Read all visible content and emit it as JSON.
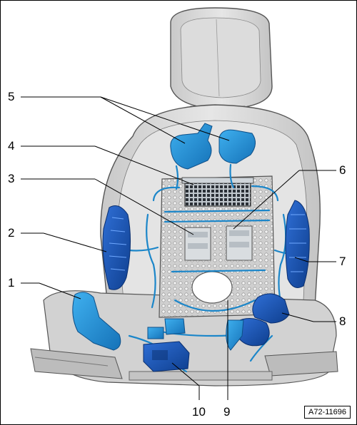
{
  "figure": {
    "id_label": "A72-11696",
    "highlight_color": "#1e90d6",
    "shell_color": "#d7d7d7",
    "outline_color": "#404040"
  },
  "callouts": [
    {
      "key": "c1",
      "label": "1"
    },
    {
      "key": "c2",
      "label": "2"
    },
    {
      "key": "c3",
      "label": "3"
    },
    {
      "key": "c4",
      "label": "4"
    },
    {
      "key": "c5",
      "label": "5"
    },
    {
      "key": "c6",
      "label": "6"
    },
    {
      "key": "c7",
      "label": "7"
    },
    {
      "key": "c8",
      "label": "8"
    },
    {
      "key": "c9",
      "label": "9"
    },
    {
      "key": "c10",
      "label": "10"
    }
  ]
}
